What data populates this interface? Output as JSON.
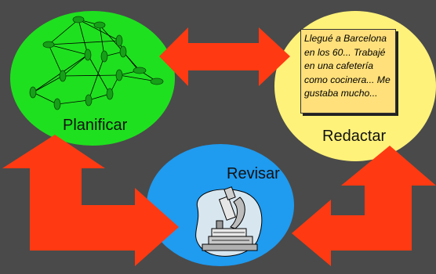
{
  "diagram": {
    "nodes": {
      "planificar": {
        "label": "Planificar",
        "color": "#1fe01f"
      },
      "redactar": {
        "label": "Redactar",
        "color": "#fff27a"
      },
      "revisar": {
        "label": "Revisar",
        "color": "#1f9bf0"
      }
    },
    "note_text": "Llegué a Barcelona en los 60... Trabajé en una cafetería como cocinera... Me gustaba mucho...",
    "arrow_color": "#ff3a12",
    "background": "#4a4a4a",
    "icons": {
      "network": "network-graph-icon",
      "microscope": "microscope-icon"
    }
  }
}
